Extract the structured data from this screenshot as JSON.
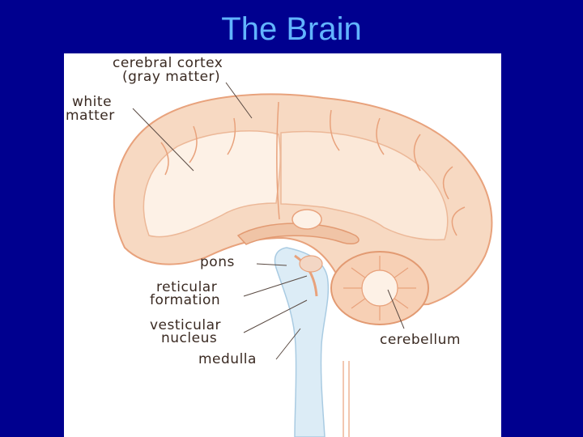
{
  "slide": {
    "title": "The Brain"
  },
  "labels": {
    "cortex_1": "cerebral cortex",
    "cortex_2": "(gray matter)",
    "white_1": "white",
    "white_2": "matter",
    "pons": "pons",
    "reticular_1": "reticular",
    "reticular_2": "formation",
    "vesticular_1": "vesticular",
    "vesticular_2": "nucleus",
    "medulla": "medulla",
    "cerebellum": "cerebellum"
  },
  "colors": {
    "background": "#00008f",
    "title": "#62b4ff",
    "brain_fill": "#f7d9c2",
    "brain_stroke": "#e8a27c",
    "white_matter": "#fdf1e6",
    "brainstem": "#dcecf6"
  }
}
